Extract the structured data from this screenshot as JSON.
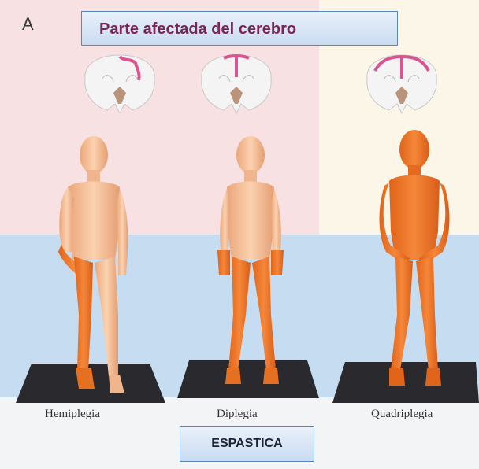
{
  "panel_letter": "A",
  "title": "Parte afectada del cerebro",
  "footer_label": "ESPASTICA",
  "figures": [
    {
      "caption": "Hemiplegia"
    },
    {
      "caption": "Diplegia"
    },
    {
      "caption": "Quadriplegia"
    }
  ],
  "colors": {
    "affected": "#f07a25",
    "skin": "#f7c39a",
    "lesion": "#d9558f",
    "upper_background": "#f7e1e3",
    "lower_background": "#c6dcf1",
    "title_text": "#7a2552"
  }
}
